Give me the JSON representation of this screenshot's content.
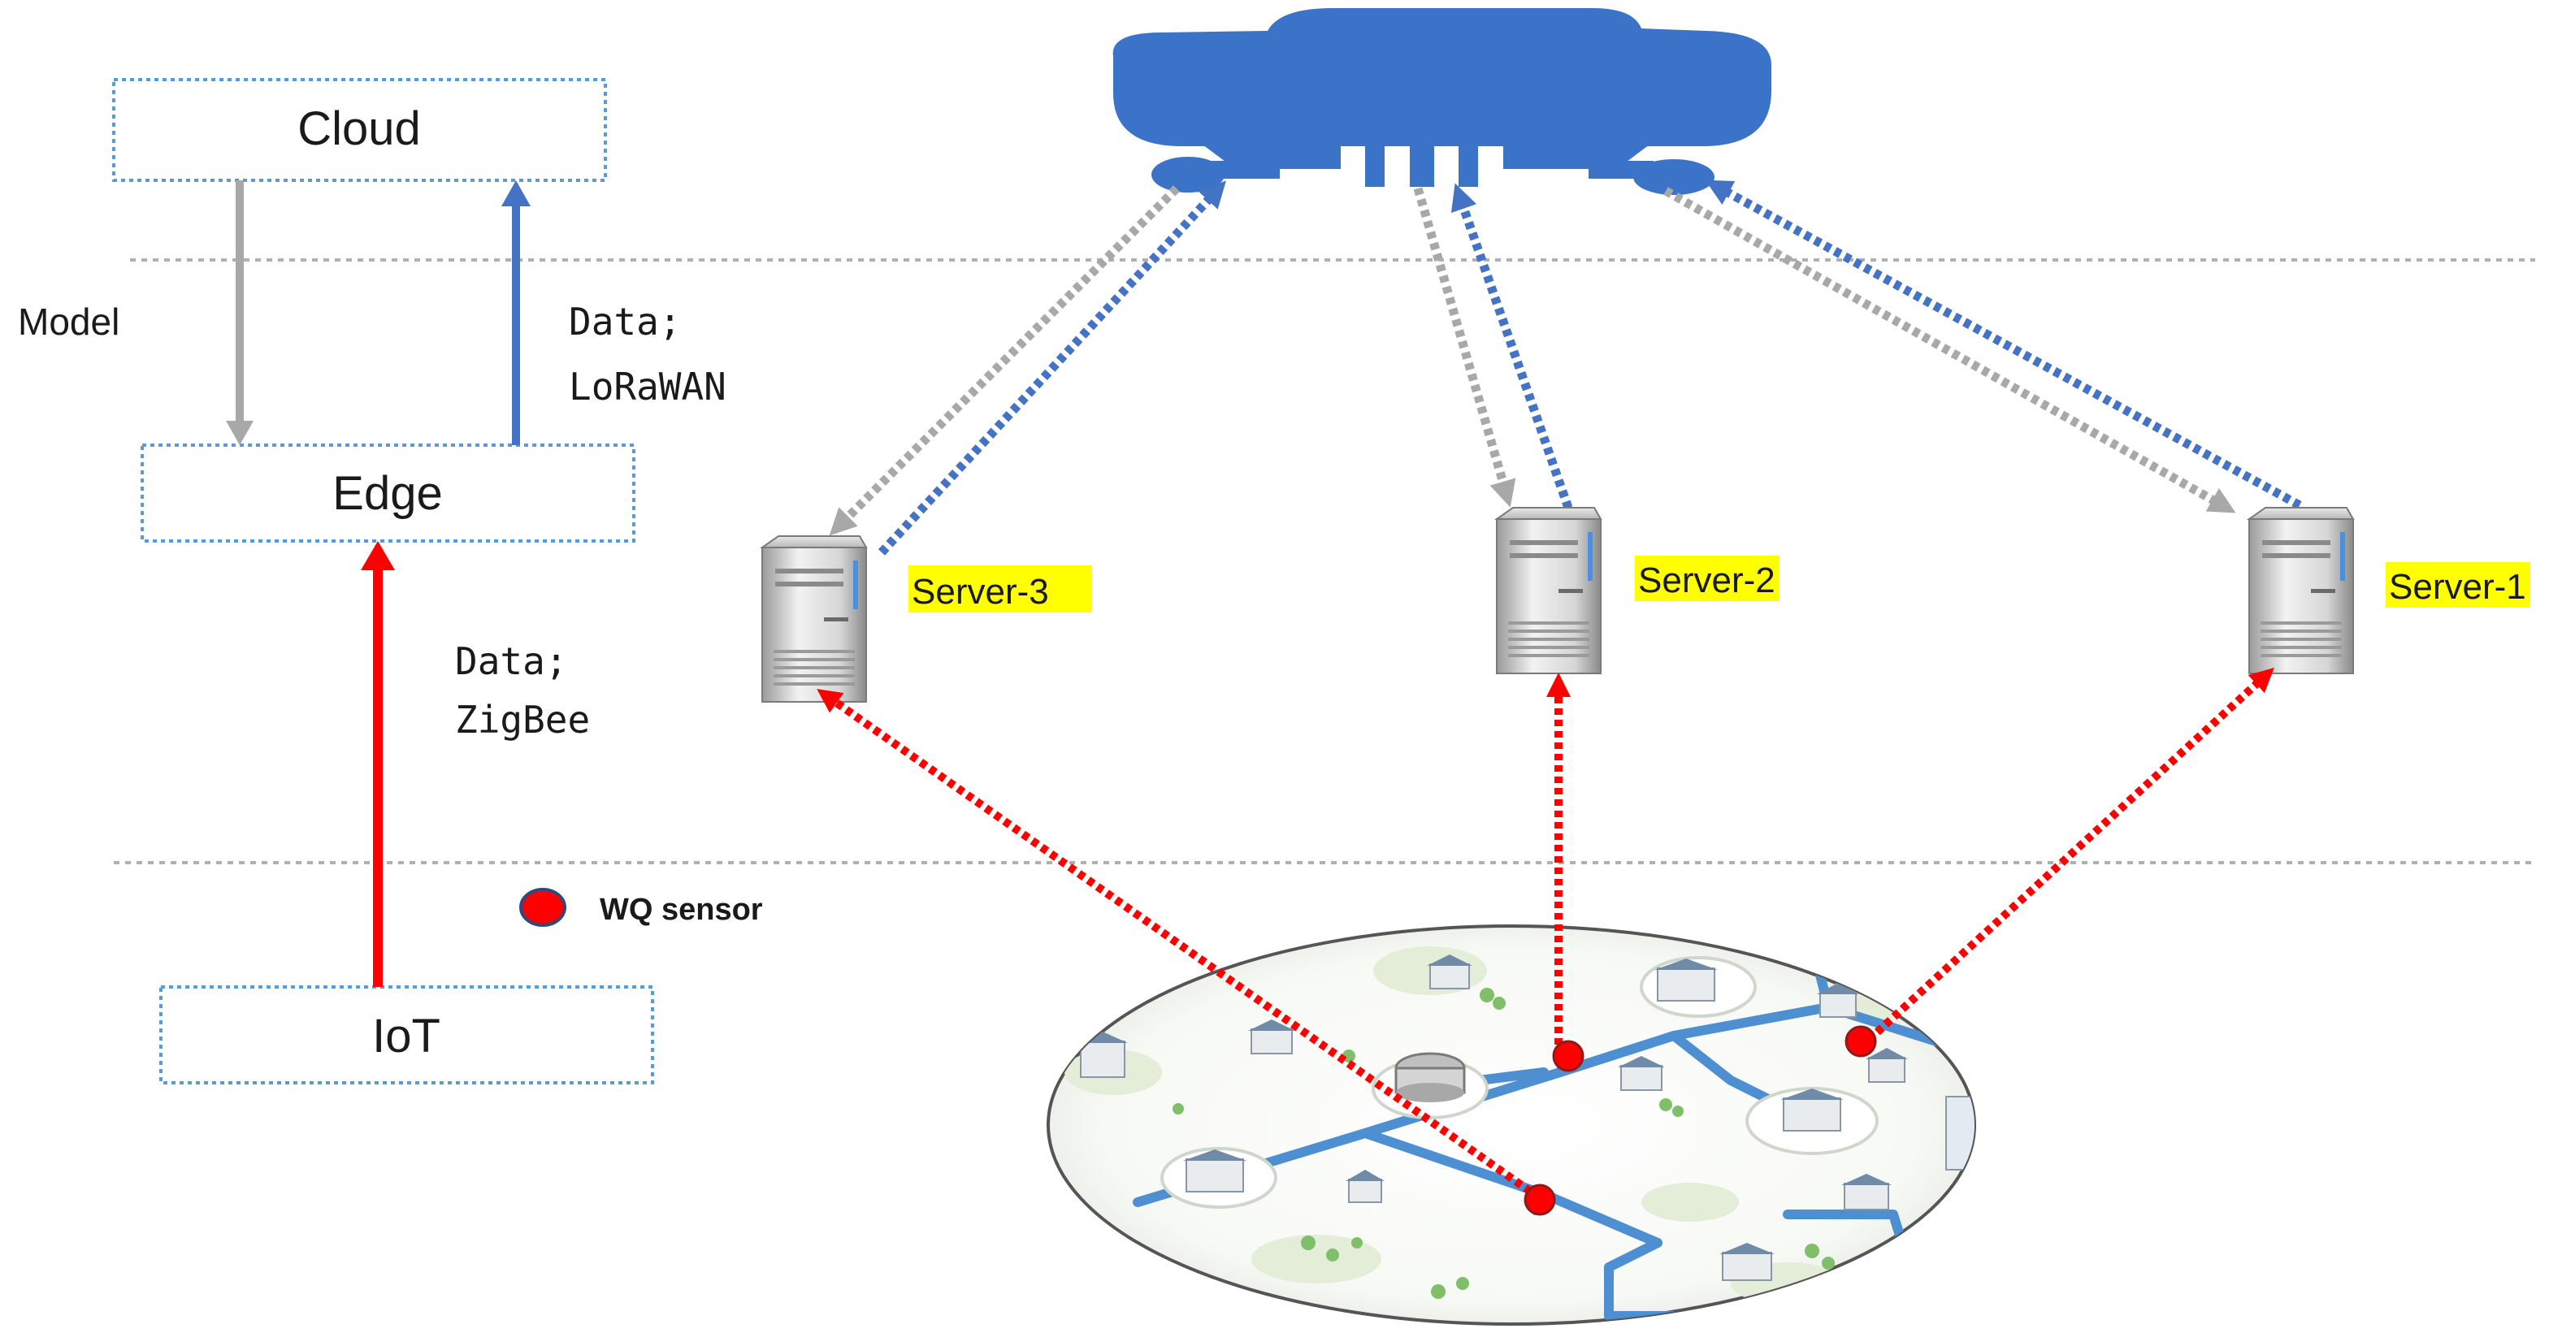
{
  "layers": {
    "cloud": "Cloud",
    "edge": "Edge",
    "iot": "IoT"
  },
  "flows": {
    "model": "Model",
    "edge_to_cloud_line1": "Data;",
    "edge_to_cloud_line2": "LoRaWAN",
    "iot_to_edge_line1": "Data;",
    "iot_to_edge_line2": "ZigBee"
  },
  "legend": {
    "sensor_label": "WQ sensor"
  },
  "servers": {
    "server3": "Server-3",
    "server2": "Server-2",
    "server1": "Server-1"
  },
  "colors": {
    "cloud_blue": "#3a73c8",
    "gray_arrow": "#a8a8a8",
    "blue_arrow": "#4472c4",
    "red_arrow": "#ff0000",
    "highlight": "#ffff00",
    "pipe_blue": "#4d8fd1"
  }
}
